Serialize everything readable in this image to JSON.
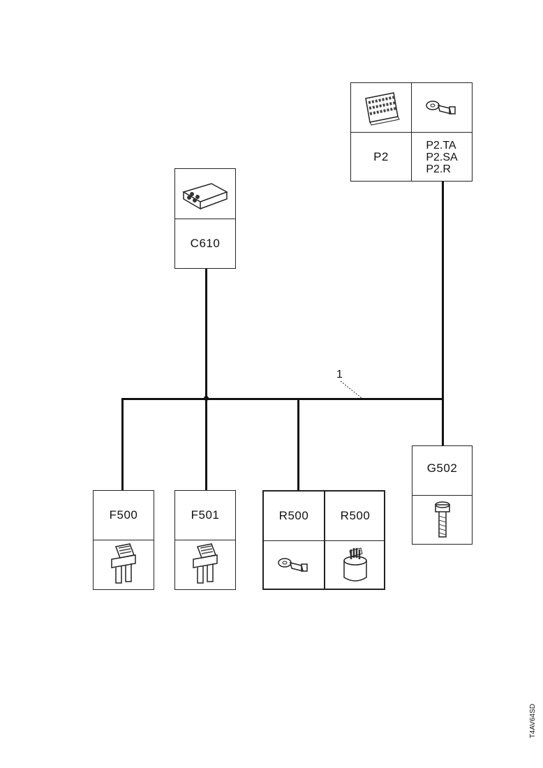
{
  "components": {
    "p2": {
      "label": "P2",
      "terminals": [
        "P2.TA",
        "P2.SA",
        "P2.R"
      ]
    },
    "c610": {
      "label": "C610"
    },
    "g502": {
      "label": "G502"
    },
    "f500": {
      "label": "F500"
    },
    "f501": {
      "label": "F501"
    },
    "r500_a": {
      "label": "R500"
    },
    "r500_b": {
      "label": "R500"
    }
  },
  "harness": {
    "ref": "1"
  },
  "drawing_code": "T4AV64SD"
}
